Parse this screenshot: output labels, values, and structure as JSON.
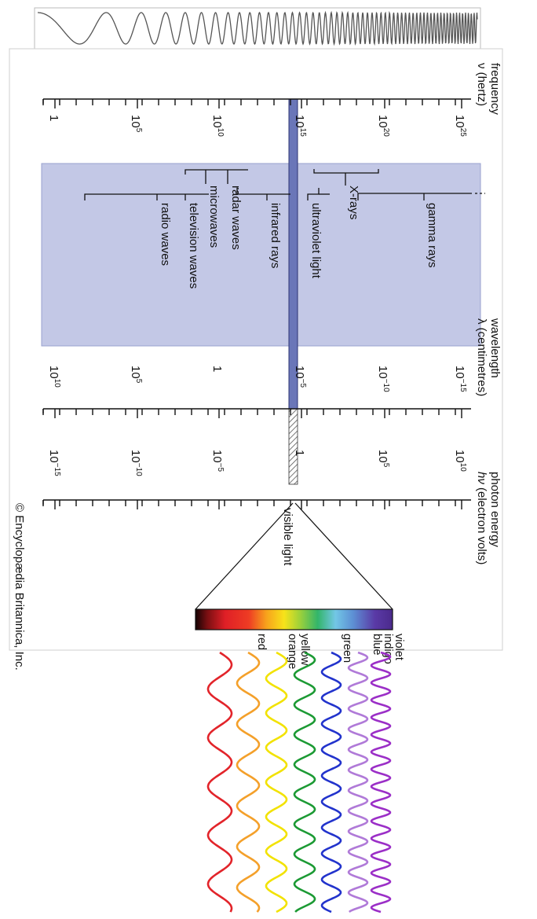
{
  "axes": {
    "frequency": {
      "title": "frequency",
      "symbol": "ν (hertz)",
      "ticks": [
        {
          "base": "1",
          "exp": ""
        },
        {
          "base": "10",
          "exp": "5"
        },
        {
          "base": "10",
          "exp": "10"
        },
        {
          "base": "10",
          "exp": "15"
        },
        {
          "base": "10",
          "exp": "20"
        },
        {
          "base": "10",
          "exp": "25"
        }
      ]
    },
    "wavelength": {
      "title": "wavelength",
      "symbol": "λ (centimetres)",
      "ticks": [
        {
          "base": "10",
          "exp": "10"
        },
        {
          "base": "10",
          "exp": "5"
        },
        {
          "base": "1",
          "exp": ""
        },
        {
          "base": "10",
          "exp": "−5"
        },
        {
          "base": "10",
          "exp": "−10"
        },
        {
          "base": "10",
          "exp": "−15"
        }
      ]
    },
    "energy": {
      "title": "photon energy",
      "symbol_italic": "hν",
      "symbol_rest": " (electron volts)",
      "ticks": [
        {
          "base": "10",
          "exp": "−15"
        },
        {
          "base": "10",
          "exp": "−10"
        },
        {
          "base": "10",
          "exp": "−5"
        },
        {
          "base": "1",
          "exp": ""
        },
        {
          "base": "10",
          "exp": "5"
        },
        {
          "base": "10",
          "exp": "10"
        }
      ]
    }
  },
  "bands": [
    {
      "id": "gamma",
      "label": "gamma rays"
    },
    {
      "id": "xrays",
      "label": "X-rays"
    },
    {
      "id": "uv",
      "label": "ultraviolet light"
    },
    {
      "id": "ir",
      "label": "infrared rays"
    },
    {
      "id": "radar",
      "label": "radar waves"
    },
    {
      "id": "micro",
      "label": "microwaves"
    },
    {
      "id": "tv",
      "label": "television waves"
    },
    {
      "id": "radio",
      "label": "radio waves"
    }
  ],
  "visible": {
    "label": "visible light",
    "colors": [
      "violet",
      "indigo",
      "blue",
      "green",
      "yellow",
      "orange",
      "red"
    ]
  },
  "wave_colors": [
    "#9b2fc7",
    "#b07ad8",
    "#2233cc",
    "#1c9a34",
    "#f2e200",
    "#f4a02a",
    "#e2242a"
  ],
  "credit": "© Encyclopædia Britannica, Inc."
}
